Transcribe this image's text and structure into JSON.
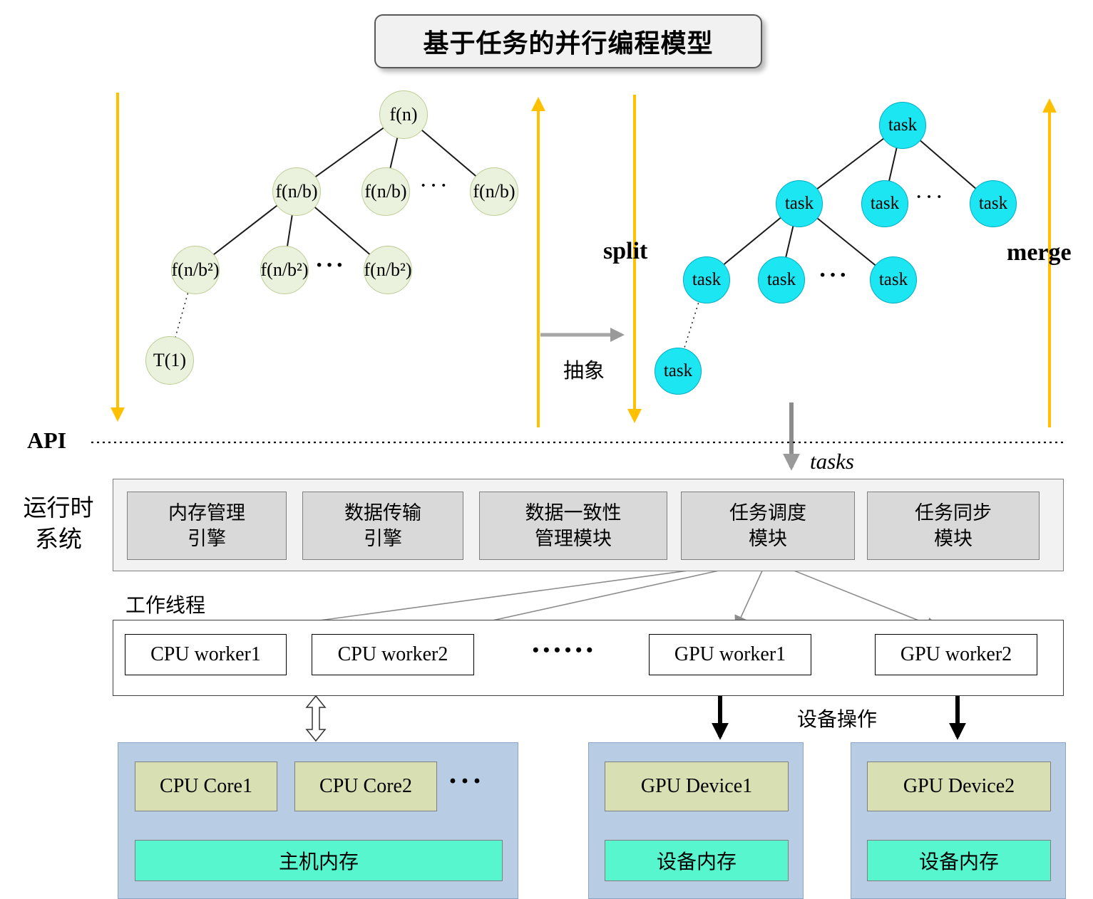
{
  "title": "基于任务的并行编程模型",
  "left_tree": {
    "root": "f(n)",
    "level2": [
      "f(n/b)",
      "f(n/b)",
      "f(n/b)"
    ],
    "level2_dots": "···",
    "level3": [
      "f(n/b²)",
      "f(n/b²)",
      "f(n/b²)"
    ],
    "level3_dots": "···",
    "leaf": "T(1)"
  },
  "right_tree": {
    "root": "task",
    "level2": [
      "task",
      "task",
      "task"
    ],
    "level2_dots": "···",
    "level3": [
      "task",
      "task",
      "task"
    ],
    "level3_dots": "···",
    "leaf": "task"
  },
  "annotations": {
    "split": "split",
    "merge": "merge",
    "abstraction": "抽象",
    "api": "API",
    "tasks": "tasks",
    "runtime_system": "运行时\n系统",
    "worker_threads": "工作线程",
    "device_ops": "设备操作"
  },
  "runtime_modules": [
    "内存管理\n引擎",
    "数据传输\n引擎",
    "数据一致性\n管理模块",
    "任务调度\n模块",
    "任务同步\n模块"
  ],
  "workers": {
    "items": [
      "CPU worker1",
      "CPU worker2",
      "GPU worker1",
      "GPU worker2"
    ],
    "dots": "••••••"
  },
  "hardware": {
    "cpu": {
      "cores": [
        "CPU Core1",
        "CPU Core2"
      ],
      "cores_dots": "···",
      "memory": "主机内存"
    },
    "gpu1": {
      "name": "GPU Device1",
      "memory": "设备内存"
    },
    "gpu2": {
      "name": "GPU Device2",
      "memory": "设备内存"
    }
  },
  "colors": {
    "flow_arrow": "#FFC000",
    "task_node": "#1CE6F2",
    "tree_node": "#EAF1DD",
    "module_box": "#D9D9D9",
    "hardware_panel": "#B8CCE4",
    "core_box": "#D8DFB2",
    "memory_box": "#57F6CF"
  }
}
